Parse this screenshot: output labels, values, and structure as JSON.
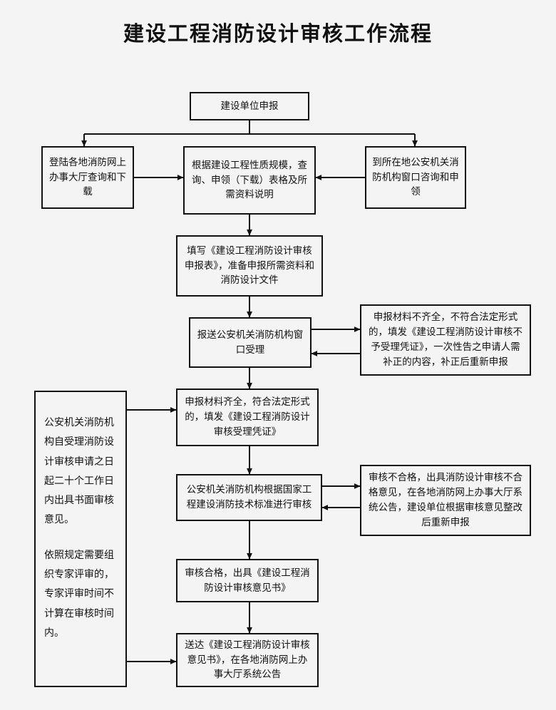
{
  "page": {
    "title": "建设工程消防设计审核工作流程",
    "background_color": "#f4f4f4",
    "line_color": "#111111"
  },
  "chart_data": {
    "type": "diagram",
    "diagram_kind": "flowchart",
    "title": "建设工程消防设计审核工作流程",
    "orientation": "top-to-bottom",
    "nodes": [
      {
        "id": "n1",
        "label": "建设单位申报"
      },
      {
        "id": "n2",
        "label": "登陆各地消防网上办事大厅查询和下载"
      },
      {
        "id": "n3",
        "label": "根据建设工程性质规模，查询、申领（下载）表格及所需资料说明"
      },
      {
        "id": "n4",
        "label": "到所在地公安机关消防机构窗口咨询和申领"
      },
      {
        "id": "n5",
        "label": "填写《建设工程消防设计审核申报表》，准备申报所需资料和消防设计文件"
      },
      {
        "id": "n6",
        "label": "报送公安机关消防机构窗口受理"
      },
      {
        "id": "n7",
        "label": "申报材料不齐全，不符合法定形式的，填发《建设工程消防设计审核不予受理凭证》，一次性告之申请人需补正的内容，补正后重新申报"
      },
      {
        "id": "n8",
        "label": "申报材料齐全，符合法定形式的，填发《建设工程消防设计审核受理凭证》"
      },
      {
        "id": "n9",
        "label": "公安机关消防机构根据国家工程建设消防技术标准进行审核"
      },
      {
        "id": "n10",
        "label": "审核不合格，出具消防设计审核不合格意见，在各地消防网上办事大厅系统公告，建设单位根据审核意见整改后重新申报"
      },
      {
        "id": "n11",
        "label": "审核合格，出具《建设工程消防设计审核意见书》"
      },
      {
        "id": "n12",
        "label": "送达《建设工程消防设计审核意见书》，在各地消防网上办事大厅系统公告"
      },
      {
        "id": "n13",
        "label_1": "公安机关消防机构自受理消防设计审核申请之日起二十个工作日内出具书面审核意见。",
        "label_2": "依照规定需要组织专家评审的，专家评审时间不计算在审核时间内。"
      }
    ],
    "edges": [
      {
        "from": "n1",
        "to": "n2",
        "style": "arrow"
      },
      {
        "from": "n1",
        "to": "n4",
        "style": "arrow"
      },
      {
        "from": "n2",
        "to": "n3",
        "style": "arrow"
      },
      {
        "from": "n4",
        "to": "n3",
        "style": "arrow"
      },
      {
        "from": "n3",
        "to": "n5",
        "style": "arrow"
      },
      {
        "from": "n5",
        "to": "n6",
        "style": "arrow"
      },
      {
        "from": "n6",
        "to": "n7",
        "style": "arrow"
      },
      {
        "from": "n7",
        "to": "n6",
        "style": "arrow"
      },
      {
        "from": "n6",
        "to": "n8",
        "style": "arrow"
      },
      {
        "from": "n8",
        "to": "n9",
        "style": "arrow"
      },
      {
        "from": "n9",
        "to": "n10",
        "style": "arrow"
      },
      {
        "from": "n10",
        "to": "n9",
        "style": "arrow"
      },
      {
        "from": "n9",
        "to": "n11",
        "style": "arrow"
      },
      {
        "from": "n11",
        "to": "n12",
        "style": "arrow"
      },
      {
        "from": "n13",
        "to": "n8",
        "style": "arrow"
      },
      {
        "from": "n13",
        "to": "n12",
        "style": "arrow"
      }
    ]
  }
}
